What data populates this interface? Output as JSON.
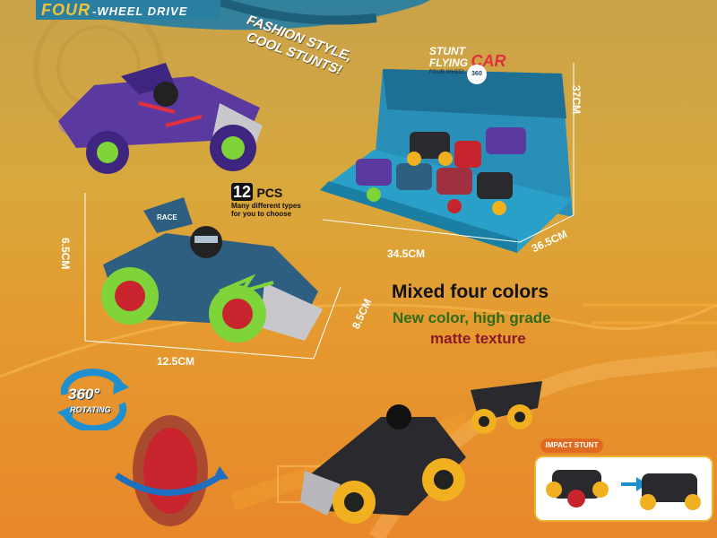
{
  "banner": {
    "lead": "FOUR",
    "rest": "-WHEEL DRIVE"
  },
  "slogan": {
    "line1": "FASHION STYLE,",
    "line2": "COOL STUNTS!"
  },
  "package": {
    "logo_line1": "STUNT",
    "logo_line2": "FLYING",
    "logo_line3": "CAR",
    "logo_sub": "FOUR-WHEEL DRIVE",
    "badge_360": "360",
    "height": "37CM",
    "width": "34.5CM",
    "depth": "36.5CM"
  },
  "product": {
    "count_num": "12",
    "count_unit": "PCS",
    "count_sub_line1": "Many different types",
    "count_sub_line2": "for you to choose",
    "height": "6.5CM",
    "length": "12.5CM",
    "depth": "8.5CM",
    "car_label": "RACE"
  },
  "features": {
    "line1": "Mixed four colors",
    "line2": "New color, high grade",
    "line3": "matte texture"
  },
  "rotate_badge": {
    "top": "360°",
    "bottom": "ROTATING"
  },
  "impact": {
    "label": "IMPACT STUNT"
  },
  "colors": {
    "teal": "#2a7fa0",
    "purple_car": "#5a3aa0",
    "blue_car": "#2f5f80",
    "green_wheel": "#7fd43a",
    "red_wheel": "#c8242e",
    "black_car": "#2a2a2e",
    "yellow_wheel": "#f0b020",
    "background_top": "#c9a24a",
    "background_bottom": "#e8872a"
  }
}
